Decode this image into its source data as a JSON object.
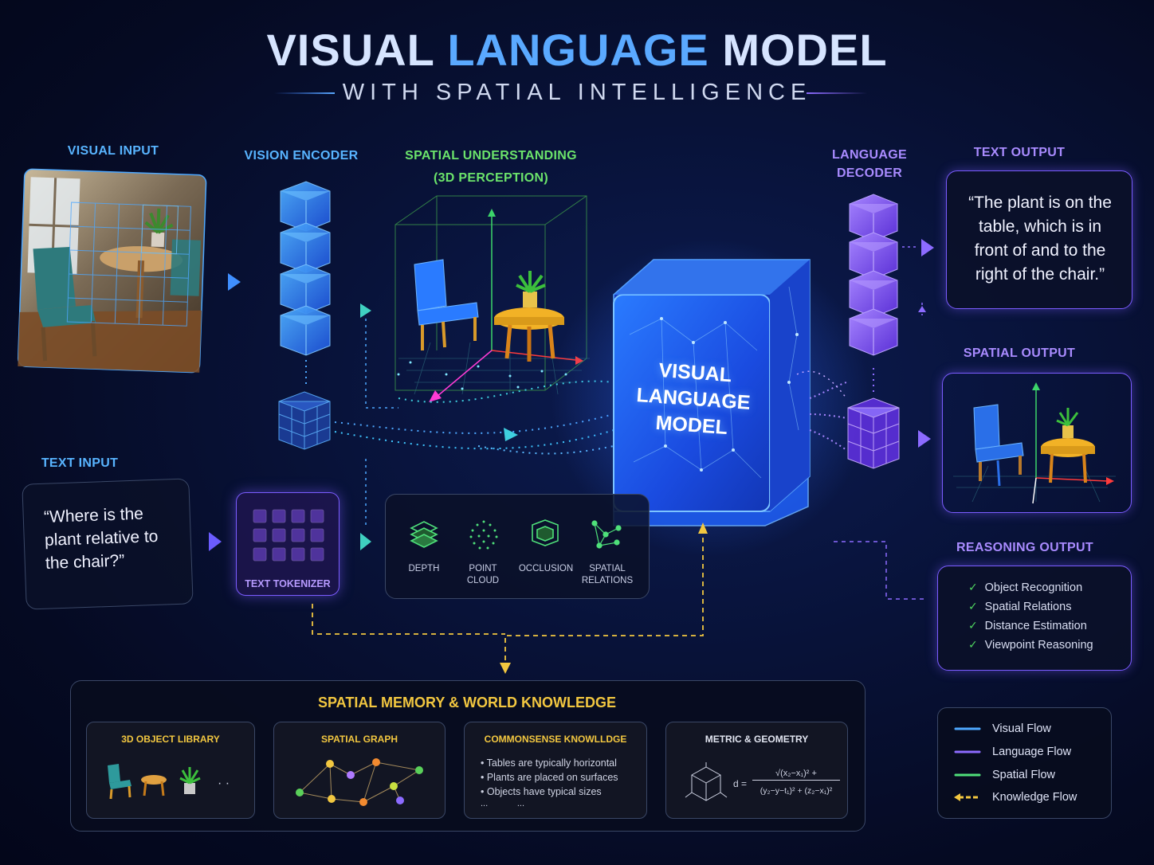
{
  "title": {
    "part1": "VISUAL ",
    "part2": "LANGUAGE ",
    "part3": "MODEL"
  },
  "subtitle": "WITH SPATIAL INTELLIGENCE",
  "sections": {
    "visual_input": "VISUAL INPUT",
    "vision_encoder": "VISION ENCODER",
    "spatial_understanding_line1": "SPATIAL UNDERSTANDING",
    "spatial_understanding_line2": "(3D PERCEPTION)",
    "language_decoder_line1": "LANGUAGE",
    "language_decoder_line2": "DECODER",
    "text_output": "TEXT OUTPUT",
    "spatial_output": "SPATIAL OUTPUT",
    "reasoning_output": "REASONING OUTPUT",
    "text_input": "TEXT INPUT",
    "text_tokenizer": "TEXT TOKENIZER"
  },
  "model_label": {
    "line1": "VISUAL",
    "line2": "LANGUAGE",
    "line3": "MODEL"
  },
  "text_input_query": "“Where is the plant relative to the chair?”",
  "text_output_answer": "“The plant is on the table, which is in front of and to the right of the chair.”",
  "features": [
    {
      "line1": "DEPTH",
      "line2": ""
    },
    {
      "line1": "POINT",
      "line2": "CLOUD"
    },
    {
      "line1": "OCCLUSION",
      "line2": ""
    },
    {
      "line1": "SPATIAL",
      "line2": "RELATIONS"
    }
  ],
  "reasoning_items": [
    "Object Recognition",
    "Spatial Relations",
    "Distance Estimation",
    "Viewpoint Reasoning"
  ],
  "memory": {
    "title": "SPATIAL MEMORY & WORLD KNOWLEDGE",
    "library_title": "3D OBJECT LIBRARY",
    "library_more": "· ·",
    "graph_title": "SPATIAL GRAPH",
    "commonsense_title": "COMMONSENSE KNOWLLDGE",
    "commonsense_items": [
      "• Tables are typically horizontal",
      "• Plants are placed on surfaces",
      "• Objects have typical sizes"
    ],
    "commonsense_more": "...            ...",
    "metric_title": "METRIC & GEOMETRY",
    "formula_lhs": "d =",
    "formula_num": "√(x₂−x₁)² +",
    "formula_den": "(y₂−y−t₁)² + (z₂−x₁)²"
  },
  "legend": [
    {
      "label": "Visual Flow",
      "color": "#4ea8ff"
    },
    {
      "label": "Language Flow",
      "color": "#8c6bff"
    },
    {
      "label": "Spatial Flow",
      "color": "#4fe07a"
    },
    {
      "label": "Knowledge Flow",
      "color": "#f2c740"
    }
  ],
  "colors": {
    "visual": "#4ea8ff",
    "language": "#8c6bff",
    "spatial": "#4fe07a",
    "knowledge": "#f2c740"
  }
}
